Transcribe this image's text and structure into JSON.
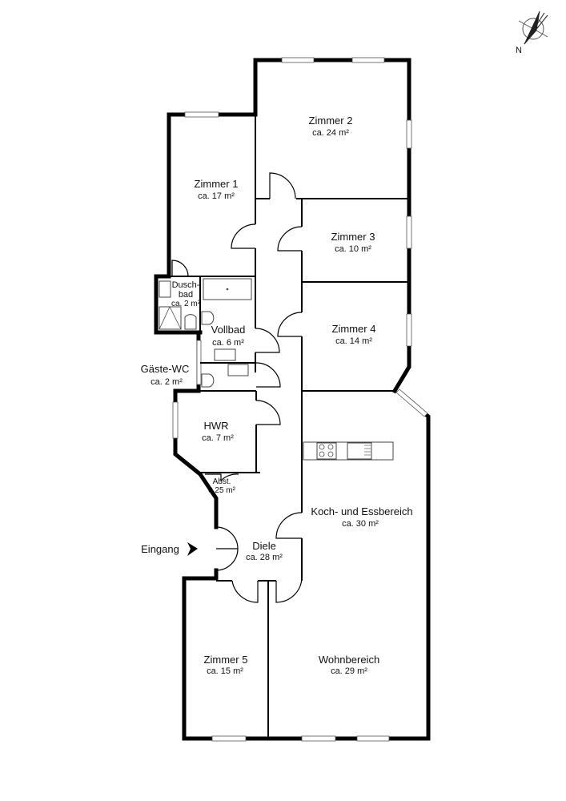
{
  "compass": {
    "label": "N"
  },
  "entrance": {
    "label": "Eingang"
  },
  "rooms": [
    {
      "id": "zimmer-2",
      "name": "Zimmer 2",
      "area": "ca. 24 m²"
    },
    {
      "id": "zimmer-1",
      "name": "Zimmer 1",
      "area": "ca. 17 m²"
    },
    {
      "id": "zimmer-3",
      "name": "Zimmer 3",
      "area": "ca. 10 m²"
    },
    {
      "id": "duschbad",
      "name": "Dusch-",
      "name2": "bad",
      "area": "ca. 2 m²"
    },
    {
      "id": "vollbad",
      "name": "Vollbad",
      "area": "ca. 6 m²"
    },
    {
      "id": "zimmer-4",
      "name": "Zimmer 4",
      "area": "ca. 14 m²"
    },
    {
      "id": "gaeste-wc",
      "name": "Gäste-WC",
      "area": "ca. 2 m²"
    },
    {
      "id": "hwr",
      "name": "HWR",
      "area": "ca. 7 m²"
    },
    {
      "id": "abst",
      "name": "Abst.",
      "area": "0,25 m²"
    },
    {
      "id": "koch-essbereich",
      "name": "Koch- und Essbereich",
      "area": "ca. 30 m²"
    },
    {
      "id": "diele",
      "name": "Diele",
      "area": "ca. 28 m²"
    },
    {
      "id": "zimmer-5",
      "name": "Zimmer 5",
      "area": "ca. 15 m²"
    },
    {
      "id": "wohnbereich",
      "name": "Wohnbereich",
      "area": "ca. 29 m²"
    }
  ]
}
